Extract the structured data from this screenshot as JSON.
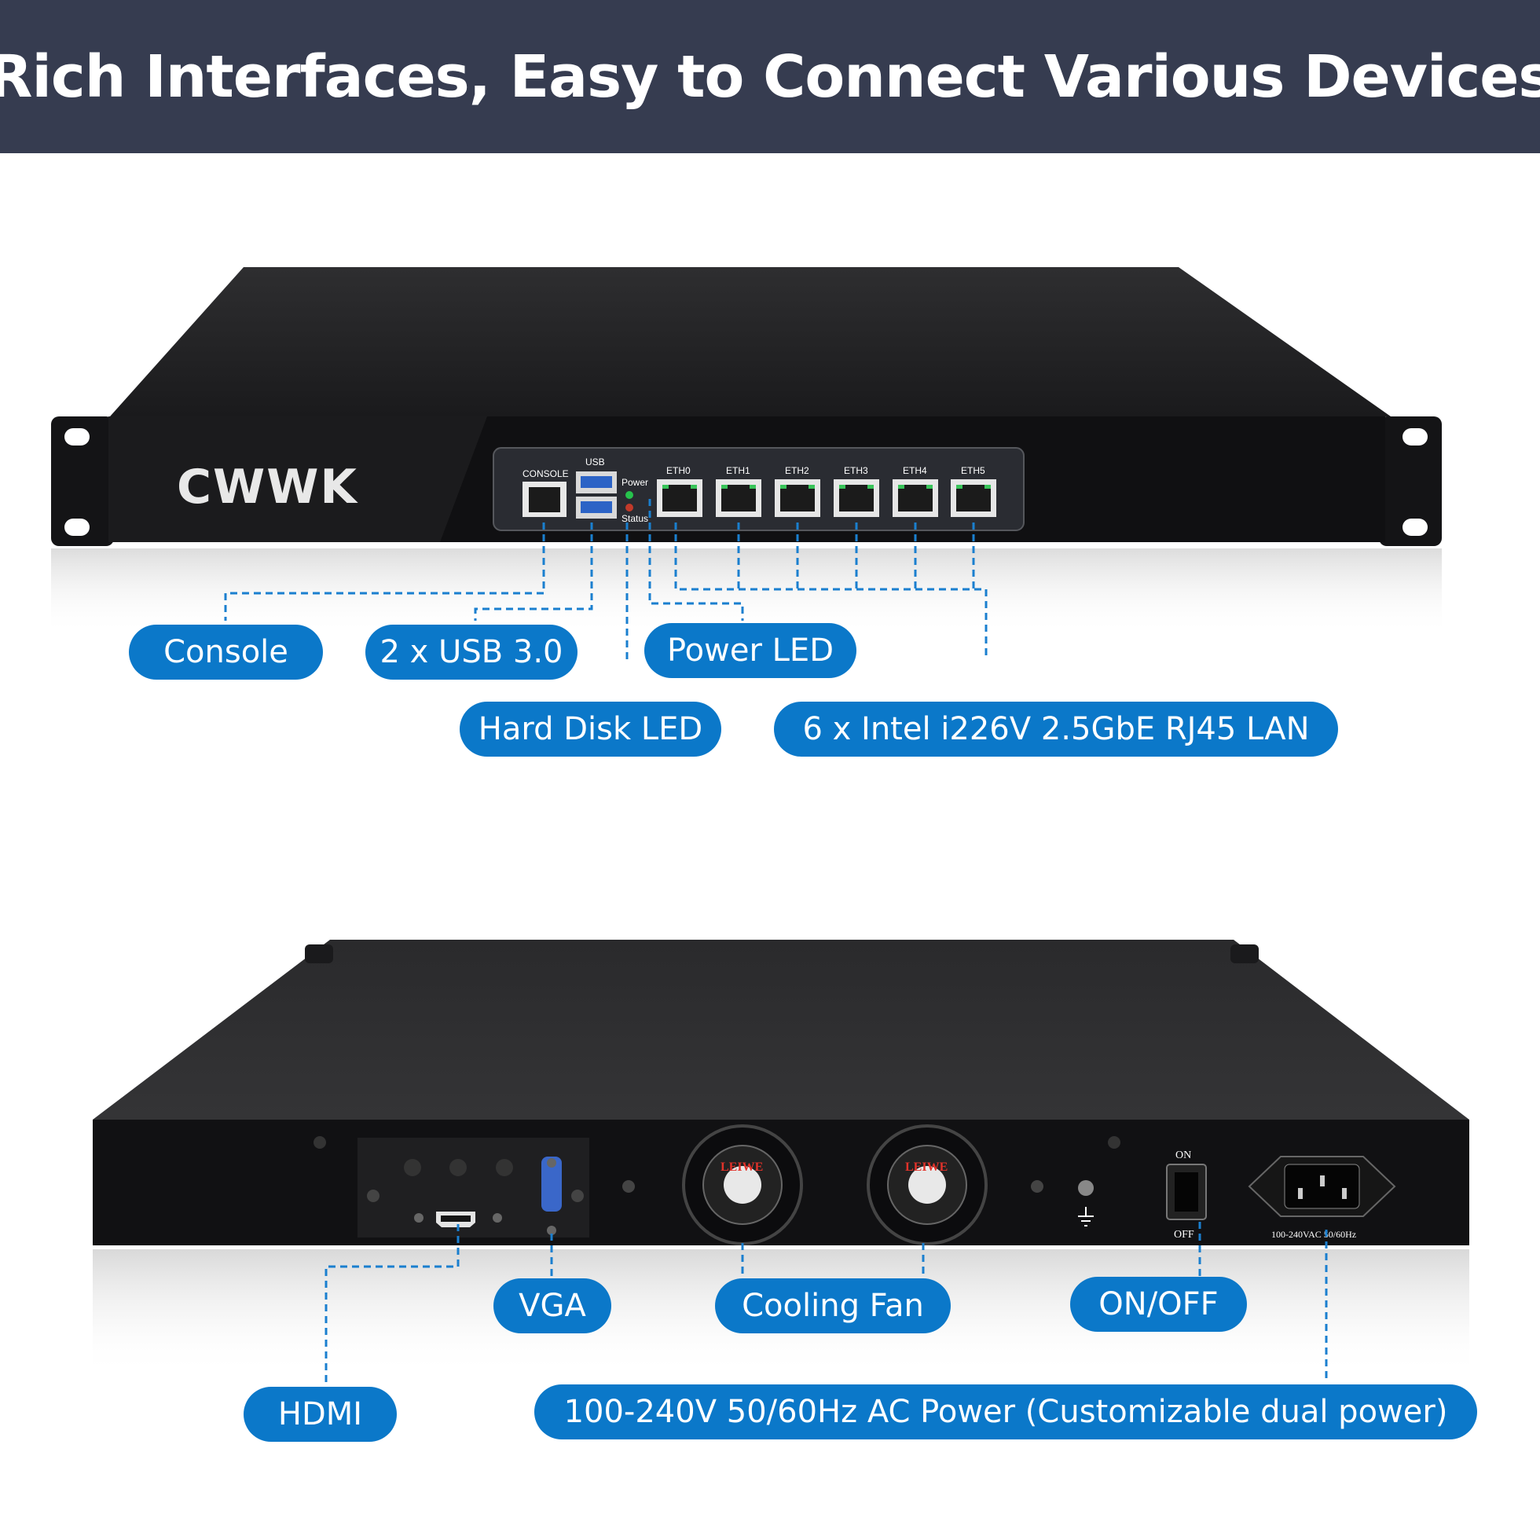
{
  "header": {
    "title": "Rich Interfaces, Easy to Connect Various Devices"
  },
  "front": {
    "brand": "CWWK",
    "ports": {
      "console": "CONSOLE",
      "usb": "USB",
      "power": "Power",
      "status": "Status",
      "eth": [
        "ETH0",
        "ETH1",
        "ETH2",
        "ETH3",
        "ETH4",
        "ETH5"
      ]
    },
    "callouts": {
      "console": "Console",
      "usb": "2 x USB 3.0",
      "power_led": "Power LED",
      "hdd_led": "Hard Disk LED",
      "lan": "6 x Intel i226V 2.5GbE RJ45 LAN"
    }
  },
  "rear": {
    "switch_on": "ON",
    "switch_off": "OFF",
    "power_rating": "100-240VAC  50/60Hz",
    "fan_brand": "LEIWE",
    "callouts": {
      "vga": "VGA",
      "cooling_fan": "Cooling Fan",
      "on_off": "ON/OFF",
      "hdmi": "HDMI",
      "ac_power": "100-240V 50/60Hz AC Power (Customizable dual power)"
    }
  },
  "colors": {
    "banner": "#363c50",
    "callout": "#0b78c9",
    "chassis": "#1c1c1e"
  }
}
